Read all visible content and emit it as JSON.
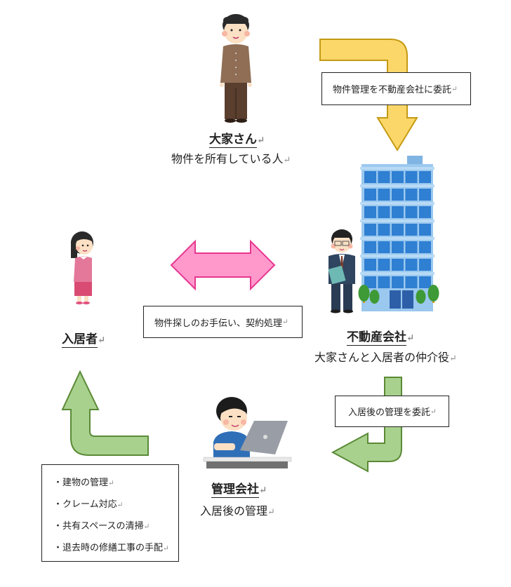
{
  "roles": {
    "owner": {
      "title": "大家さん",
      "subtitle": "物件を所有している人"
    },
    "agency": {
      "title": "不動産会社",
      "subtitle": "大家さんと入居者の仲介役"
    },
    "tenant": {
      "title": "入居者"
    },
    "management": {
      "title": "管理会社",
      "subtitle": "入居後の管理"
    }
  },
  "relations": {
    "owner_to_agency": "物件管理を不動産会社に委託",
    "agency_tenant": "物件探しのお手伝い、契約処理",
    "agency_to_management": "入居後の管理を委託"
  },
  "management_tasks": [
    "・建物の管理",
    "・クレーム対応",
    "・共有スペースの清掃",
    "・退去時の修繕工事の手配"
  ],
  "return_mark": "↵",
  "colors": {
    "yellow_arrow": "#fbd76a",
    "yellow_stroke": "#c49a12",
    "pink_arrow": "#ff99cc",
    "pink_stroke": "#e8358f",
    "green_arrow": "#a9d18e",
    "green_stroke": "#5a8a36",
    "building_blue": "#2f7fd2"
  }
}
